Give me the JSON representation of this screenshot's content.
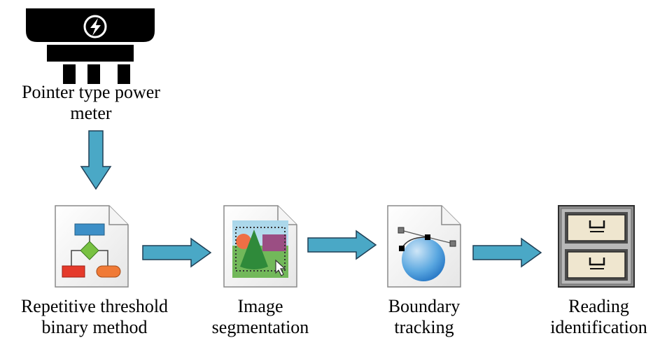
{
  "source": {
    "label_lines": [
      "Pointer type power",
      "meter"
    ],
    "icon": "power-plug-icon"
  },
  "steps": [
    {
      "label_lines": [
        "Repetitive threshold",
        "binary method"
      ],
      "icon": "flowchart-document-icon"
    },
    {
      "label_lines": [
        "Image",
        "segmentation"
      ],
      "icon": "image-selection-document-icon"
    },
    {
      "label_lines": [
        "Boundary",
        "tracking"
      ],
      "icon": "bezier-curve-document-icon"
    },
    {
      "label_lines": [
        "Reading",
        "identification"
      ],
      "icon": "filing-cabinet-icon"
    }
  ],
  "colors": {
    "arrow_fill": "#4aa8c6",
    "arrow_stroke": "#1f3f55",
    "plug": "#000000"
  }
}
